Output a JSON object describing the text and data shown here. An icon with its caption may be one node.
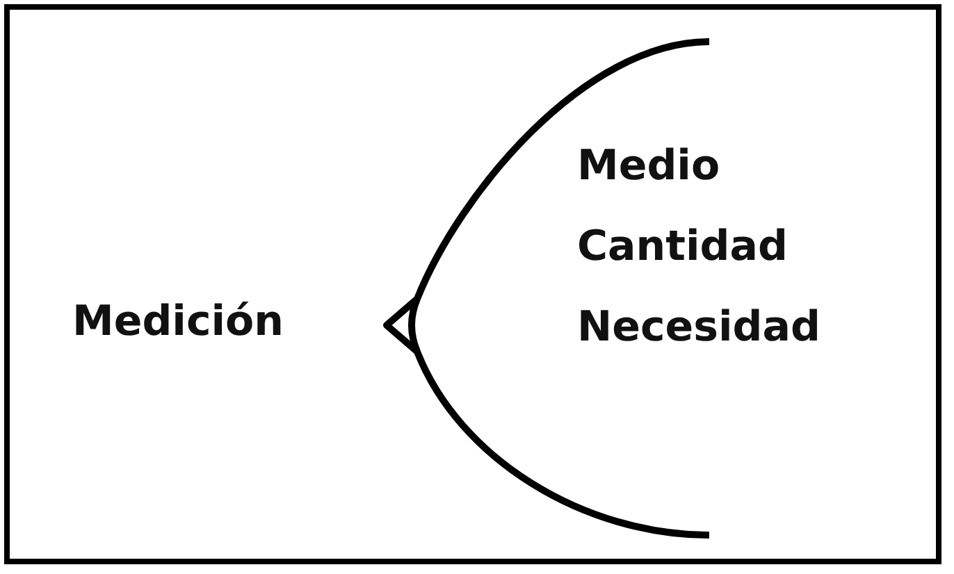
{
  "diagram": {
    "labels": [
      "Medición",
      "Medio",
      "Cantidad",
      "Necesidad"
    ]
  }
}
